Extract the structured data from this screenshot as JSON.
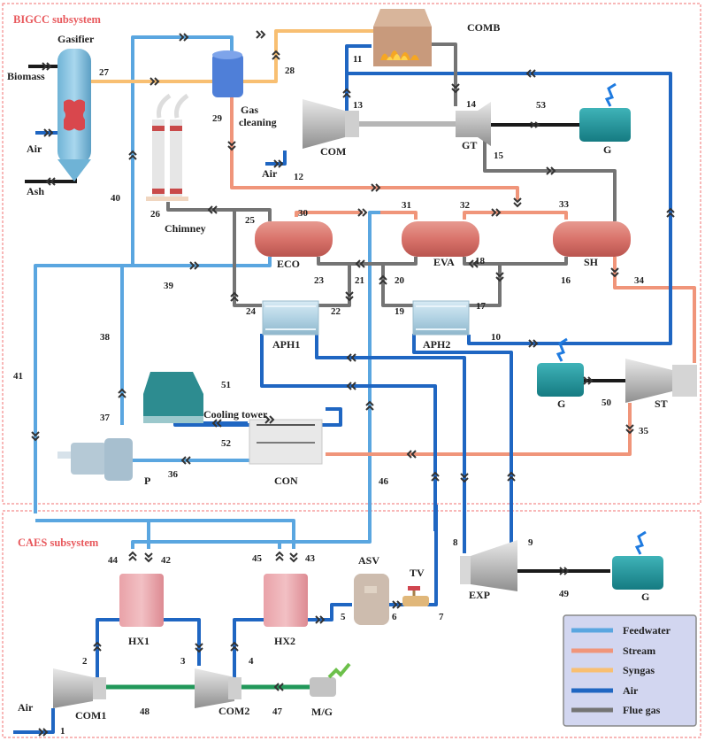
{
  "subsystems": {
    "bigcc": "BIGCC subsystem",
    "caes": "CAES subsystem"
  },
  "components": {
    "gasifier": "Gasifier",
    "biomass": "Biomass",
    "air_gasifier": "Air",
    "ash": "Ash",
    "gas_cleaning_1": "Gas",
    "gas_cleaning_2": "cleaning",
    "comb": "COMB",
    "com": "COM",
    "gt": "GT",
    "air_com": "Air",
    "g_top": "G",
    "chimney": "Chimney",
    "eco": "ECO",
    "eva": "EVA",
    "sh": "SH",
    "aph1": "APH1",
    "aph2": "APH2",
    "g_st": "G",
    "st": "ST",
    "cooling_tower": "Cooling tower",
    "con": "CON",
    "pump": "P",
    "hx1": "HX1",
    "hx2": "HX2",
    "asv": "ASV",
    "tv": "TV",
    "exp": "EXP",
    "g_exp": "G",
    "com1": "COM1",
    "com2": "COM2",
    "mg": "M/G",
    "air_com1": "Air"
  },
  "streams": {
    "s1": "1",
    "s2": "2",
    "s3": "3",
    "s4": "4",
    "s5": "5",
    "s6": "6",
    "s7": "7",
    "s8": "8",
    "s9": "9",
    "s10": "10",
    "s11": "11",
    "s12": "12",
    "s13": "13",
    "s14": "14",
    "s15": "15",
    "s16": "16",
    "s17": "17",
    "s18": "18",
    "s19": "19",
    "s20": "20",
    "s21": "21",
    "s22": "22",
    "s23": "23",
    "s24": "24",
    "s25": "25",
    "s26": "26",
    "s27": "27",
    "s28": "28",
    "s29": "29",
    "s30": "30",
    "s31": "31",
    "s32": "32",
    "s33": "33",
    "s34": "34",
    "s35": "35",
    "s36": "36",
    "s37": "37",
    "s38": "38",
    "s39": "39",
    "s40": "40",
    "s41": "41",
    "s42": "42",
    "s43": "43",
    "s44": "44",
    "s45": "45",
    "s46": "46",
    "s47": "47",
    "s48": "48",
    "s49": "49",
    "s50": "50",
    "s51": "51",
    "s52": "52",
    "s53": "53"
  },
  "legend": {
    "items": [
      {
        "label": "Feedwater",
        "color": "#5aa6e0"
      },
      {
        "label": "Stream",
        "color": "#f0957a"
      },
      {
        "label": "Syngas",
        "color": "#f8bf72"
      },
      {
        "label": "Air",
        "color": "#1f66c2"
      },
      {
        "label": "Flue gas",
        "color": "#747474"
      }
    ]
  },
  "colors": {
    "subsystem_border": "#f07070",
    "legend_bg": "#d2d6f0"
  }
}
